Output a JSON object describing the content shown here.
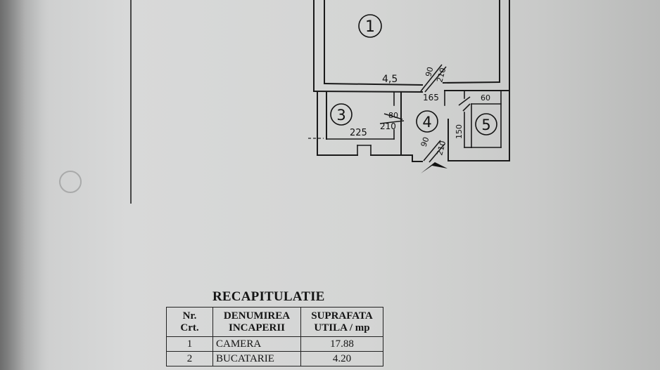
{
  "plan": {
    "rooms": [
      {
        "number": "1"
      },
      {
        "number": "3"
      },
      {
        "number": "4"
      },
      {
        "number": "5"
      }
    ],
    "dimensions": {
      "d_4_5": "4,5",
      "d_90_top": "90",
      "d_210_top": "210",
      "d_165": "165",
      "d_60": "60",
      "d_80": "80",
      "d_210_mid": "210",
      "d_225": "225",
      "d_150": "150",
      "d_90_bottom": "90",
      "d_210_bottom": "210"
    }
  },
  "recap": {
    "title": "RECAPITULATIE",
    "headers": {
      "nr_line1": "Nr.",
      "nr_line2": "Crt.",
      "name_line1": "DENUMIREA",
      "name_line2": "INCAPERII",
      "area_line1": "SUPRAFATA",
      "area_line2": "UTILA / mp"
    },
    "rows": [
      {
        "nr": "1",
        "name": "CAMERA",
        "area": "17.88"
      },
      {
        "nr": "2",
        "name": "BUCATARIE",
        "area": "4.20"
      }
    ]
  }
}
